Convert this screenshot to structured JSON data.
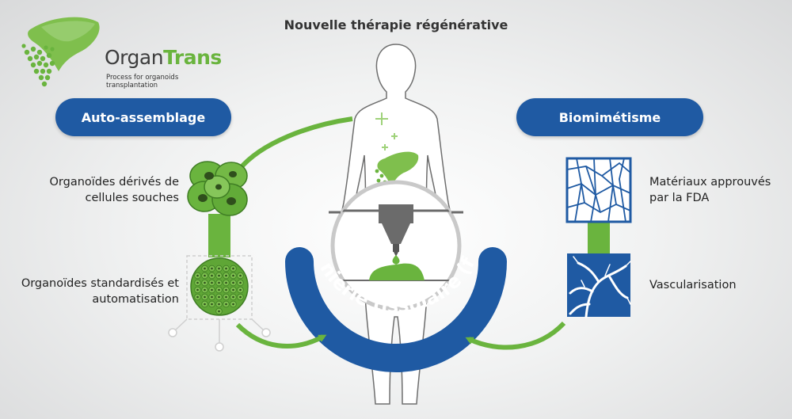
{
  "brand": {
    "name_part1": "Organ",
    "name_part2": "Trans",
    "tagline": "Process for organoids transplantation",
    "colors": {
      "green": "#6ab43e",
      "dark": "#3d3d3d"
    }
  },
  "header": {
    "title": "Nouvelle thérapie régénérative"
  },
  "left_panel": {
    "title": "Auto-assemblage",
    "step1": "Organoïdes dérivés de cellules souches",
    "step2": "Organoïdes standardisés et automatisation"
  },
  "right_panel": {
    "title": "Biomimétisme",
    "step1": "Matériaux approuvés par la FDA",
    "step2": "Vascularisation"
  },
  "center": {
    "arc_label": "Ingénierie tissulaire (foie)"
  },
  "colors": {
    "blue": "#1f5aa3",
    "green": "#6ab43e",
    "light_green": "#9fd27a",
    "grey_line": "#9a9a9a"
  }
}
